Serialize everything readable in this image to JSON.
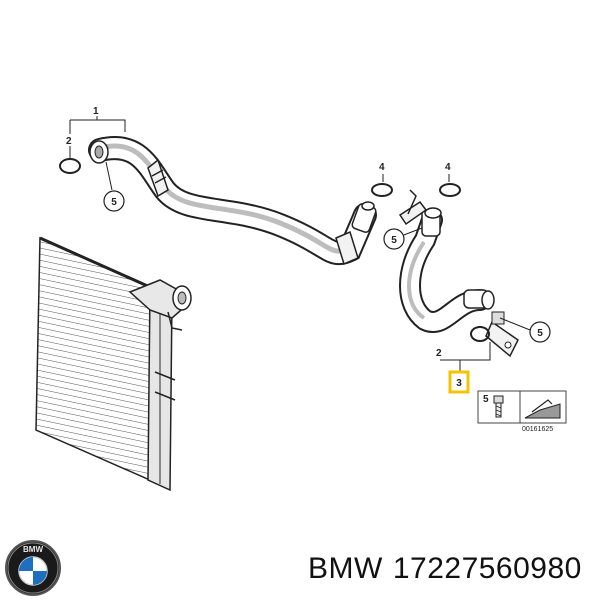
{
  "callouts": {
    "c1": "1",
    "c2_top": "2",
    "c2_bottom": "2",
    "c3": "3",
    "c4_left": "4",
    "c4_right": "4",
    "c5_left": "5",
    "c5_mid": "5",
    "c5_right": "5"
  },
  "legend": {
    "item_number": "5",
    "ref_code": "00161625"
  },
  "caption": {
    "brand": "BMW",
    "part_number": "17227560980"
  },
  "logo": {
    "text": "BMW"
  },
  "colors": {
    "highlight": "#f5c400",
    "line": "#222222",
    "shade": "#9a9a9a"
  }
}
